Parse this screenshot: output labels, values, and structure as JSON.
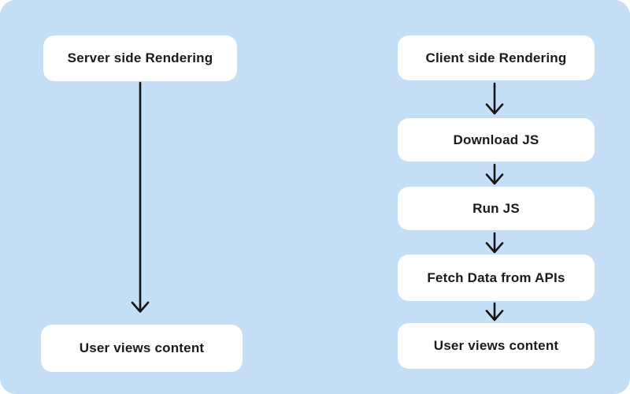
{
  "colors": {
    "canvas_background": "#c4def5",
    "page_background": "#ffffff",
    "node_background": "#ffffff",
    "text": "#1a1a1a",
    "arrow": "#131313"
  },
  "flows": [
    {
      "id": "server-side-rendering",
      "nodes": [
        "Server side Rendering",
        "User views content"
      ]
    },
    {
      "id": "client-side-rendering",
      "nodes": [
        "Client side Rendering",
        "Download JS",
        "Run JS",
        "Fetch Data from APIs",
        "User views content"
      ]
    }
  ]
}
